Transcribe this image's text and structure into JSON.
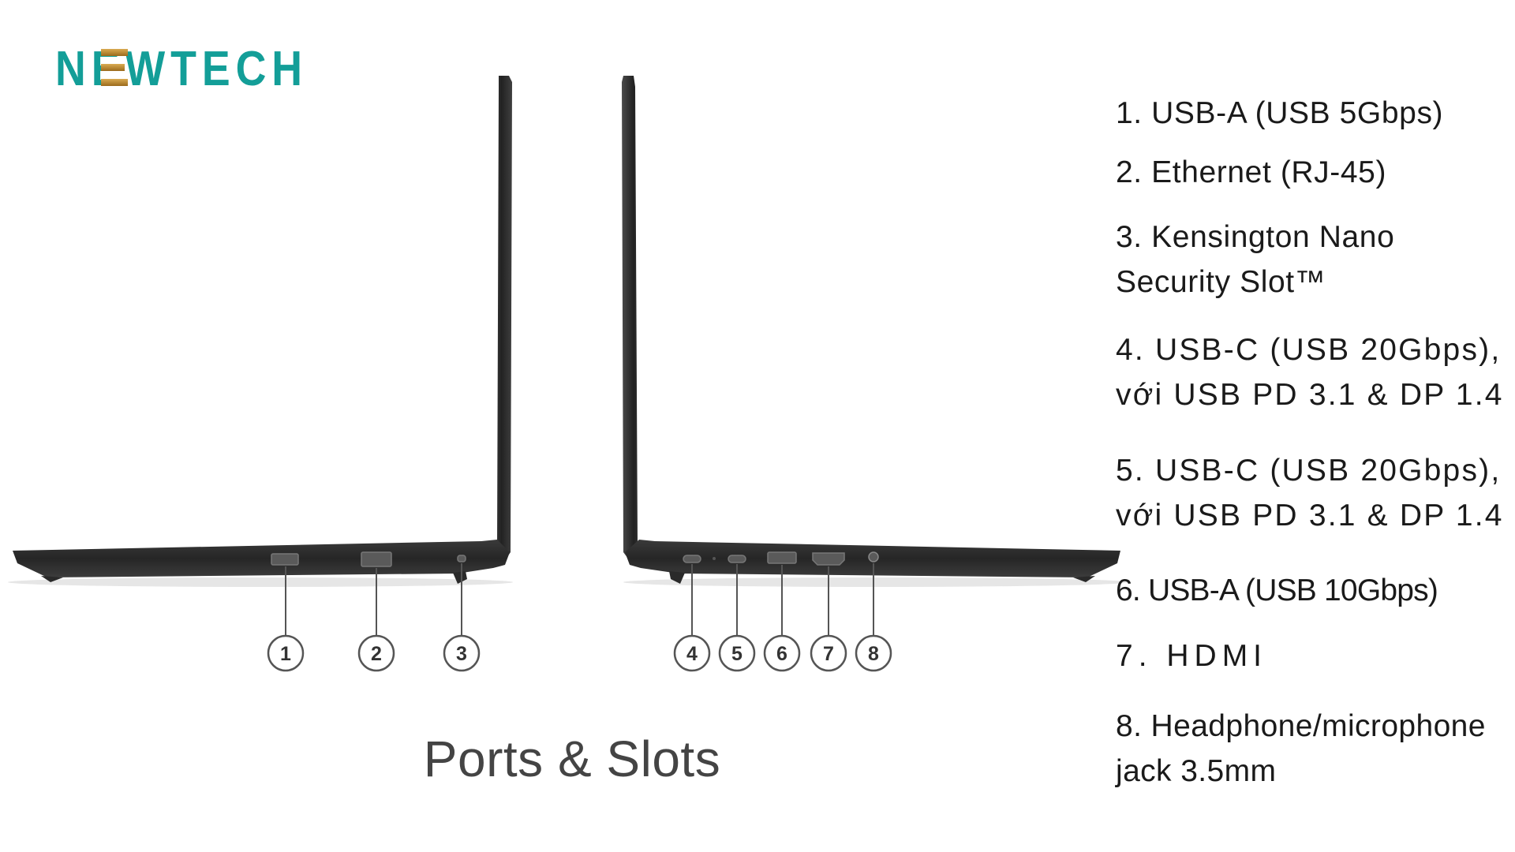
{
  "brand": {
    "name": "NEWTECH",
    "colors": {
      "teal": "#139e98",
      "gold": "#b8862b"
    }
  },
  "diagram": {
    "caption": "Ports & Slots",
    "markers": [
      "1",
      "2",
      "3",
      "4",
      "5",
      "6",
      "7",
      "8"
    ],
    "colors": {
      "chassis": "#2b2b2b",
      "chassis_edge": "#4a4a4a",
      "callout_line": "#555555",
      "shadow": "#e4e4e4"
    }
  },
  "ports": [
    {
      "lines": [
        "1. USB-A (USB 5Gbps)"
      ]
    },
    {
      "lines": [
        "2. Ethernet (RJ-45)"
      ]
    },
    {
      "lines": [
        "3. Kensington Nano",
        "Security Slot™"
      ]
    },
    {
      "lines": [
        "4. USB-C (USB 20Gbps),",
        "với USB PD 3.1 & DP 1.4"
      ]
    },
    {
      "lines": [
        "5. USB-C (USB 20Gbps),",
        "với USB PD 3.1 & DP 1.4"
      ]
    },
    {
      "lines": [
        "6. USB-A (USB 10Gbps)"
      ]
    },
    {
      "lines": [
        "7. HDMI"
      ]
    },
    {
      "lines": [
        "8. Headphone/microphone",
        "jack 3.5mm"
      ]
    }
  ]
}
